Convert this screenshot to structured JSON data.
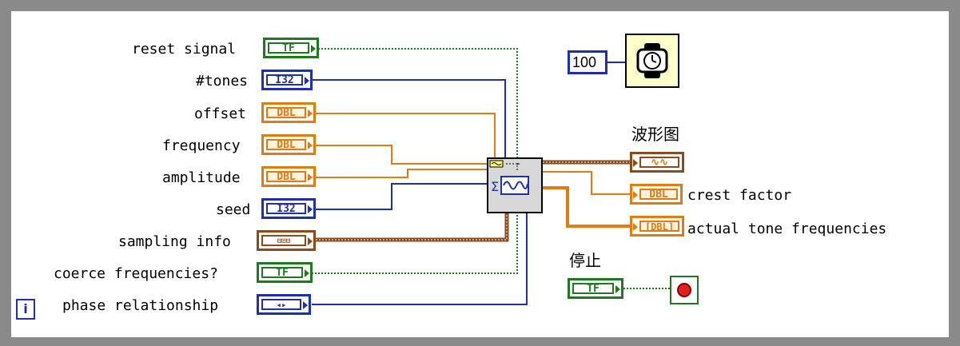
{
  "inputs": [
    {
      "label": "reset signal",
      "type": "TF"
    },
    {
      "label": "#tones",
      "type": "I32"
    },
    {
      "label": "offset",
      "type": "DBL"
    },
    {
      "label": "frequency",
      "type": "DBL"
    },
    {
      "label": "amplitude",
      "type": "DBL"
    },
    {
      "label": "seed",
      "type": "I32"
    },
    {
      "label": "sampling info",
      "type": "cluster"
    },
    {
      "label": "coerce frequencies?",
      "type": "TF"
    },
    {
      "label": "phase relationship",
      "type": "enum"
    }
  ],
  "outputs": [
    {
      "label": "波形图",
      "type": "waveform"
    },
    {
      "label": "crest factor",
      "type": "DBL"
    },
    {
      "label": "actual tone frequencies",
      "type": "[DBL]"
    }
  ],
  "wait": {
    "constant": "100"
  },
  "stop": {
    "label": "停止",
    "terminal_type": "TF"
  },
  "loop": {
    "iteration_label": "i"
  },
  "colors": {
    "boolean": "#1f7a1f",
    "integer": "#1e2fb0",
    "double": "#e07c12",
    "cluster": "#8b4a1c",
    "frame": "#8a8a8a"
  },
  "icons": [
    "wait-ms-icon",
    "multitone-generator-icon",
    "stop-button-icon",
    "iteration-terminal-icon"
  ]
}
